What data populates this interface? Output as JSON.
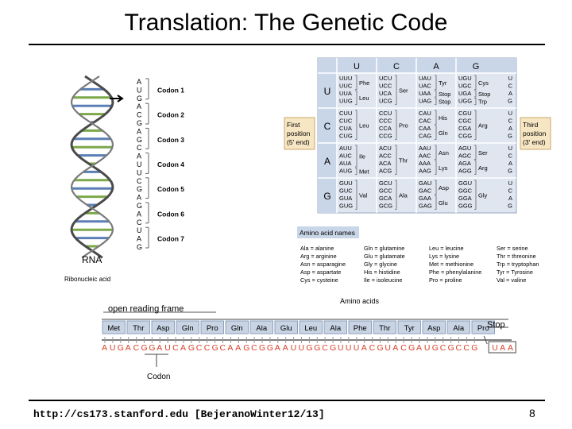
{
  "slide": {
    "title": "Translation: The Genetic Code",
    "footer": "http://cs173.stanford.edu [BejeranoWinter12/13]",
    "page_number": "8"
  },
  "colors": {
    "table_bg": "#dfe6f0",
    "table_header": "#c9d6e8",
    "first_pos_label": "#f7e6c4",
    "helix_blue": "#5b7fb5",
    "helix_green": "#7ba84a",
    "nucleotide_red": "#d7402a"
  },
  "helix": {
    "bases": [
      "A",
      "U",
      "G",
      "A",
      "C",
      "G",
      "A",
      "G",
      "C",
      "A",
      "U",
      "U",
      "C",
      "G",
      "A",
      "G",
      "A",
      "C",
      "U",
      "A",
      "G"
    ],
    "codons": [
      "Codon 1",
      "Codon 2",
      "Codon 3",
      "Codon 4",
      "Codon 5",
      "Codon 6",
      "Codon 7"
    ],
    "label": "RNA",
    "sublabel": "Ribonucleic acid"
  },
  "code_table": {
    "second_positions": [
      "U",
      "C",
      "A",
      "G"
    ],
    "first_positions": [
      "U",
      "C",
      "A",
      "G"
    ],
    "third_positions": [
      "U",
      "C",
      "A",
      "G"
    ],
    "first_position_label": [
      "First",
      "position",
      "(5' end)"
    ],
    "third_position_label": [
      "Third",
      "position",
      "(3' end)"
    ],
    "rows": [
      [
        {
          "codons": [
            "UUU",
            "UUC",
            "UUA",
            "UUG"
          ],
          "groups": [
            {
              "name": "Phe",
              "from": 0,
              "to": 1
            },
            {
              "name": "Leu",
              "from": 2,
              "to": 3
            }
          ]
        },
        {
          "codons": [
            "UCU",
            "UCC",
            "UCA",
            "UCG"
          ],
          "groups": [
            {
              "name": "Ser",
              "from": 0,
              "to": 3
            }
          ]
        },
        {
          "codons": [
            "UAU",
            "UAC",
            "UAA",
            "UAG"
          ],
          "groups": [
            {
              "name": "Tyr",
              "from": 0,
              "to": 1
            },
            {
              "name": "Stop",
              "from": 2,
              "to": 2
            },
            {
              "name": "Stop",
              "from": 3,
              "to": 3
            }
          ]
        },
        {
          "codons": [
            "UGU",
            "UGC",
            "UGA",
            "UGG"
          ],
          "groups": [
            {
              "name": "Cys",
              "from": 0,
              "to": 1
            },
            {
              "name": "Stop",
              "from": 2,
              "to": 2
            },
            {
              "name": "Trp",
              "from": 3,
              "to": 3
            }
          ]
        }
      ],
      [
        {
          "codons": [
            "CUU",
            "CUC",
            "CUA",
            "CUG"
          ],
          "groups": [
            {
              "name": "Leu",
              "from": 0,
              "to": 3
            }
          ]
        },
        {
          "codons": [
            "CCU",
            "CCC",
            "CCA",
            "CCG"
          ],
          "groups": [
            {
              "name": "Pro",
              "from": 0,
              "to": 3
            }
          ]
        },
        {
          "codons": [
            "CAU",
            "CAC",
            "CAA",
            "CAG"
          ],
          "groups": [
            {
              "name": "His",
              "from": 0,
              "to": 1
            },
            {
              "name": "Gln",
              "from": 2,
              "to": 3
            }
          ]
        },
        {
          "codons": [
            "CGU",
            "CGC",
            "CGA",
            "CGG"
          ],
          "groups": [
            {
              "name": "Arg",
              "from": 0,
              "to": 3
            }
          ]
        }
      ],
      [
        {
          "codons": [
            "AUU",
            "AUC",
            "AUA",
            "AUG"
          ],
          "groups": [
            {
              "name": "Ile",
              "from": 0,
              "to": 2
            },
            {
              "name": "Met",
              "from": 3,
              "to": 3
            }
          ]
        },
        {
          "codons": [
            "ACU",
            "ACC",
            "ACA",
            "ACG"
          ],
          "groups": [
            {
              "name": "Thr",
              "from": 0,
              "to": 3
            }
          ]
        },
        {
          "codons": [
            "AAU",
            "AAC",
            "AAA",
            "AAG"
          ],
          "groups": [
            {
              "name": "Asn",
              "from": 0,
              "to": 1
            },
            {
              "name": "Lys",
              "from": 2,
              "to": 3
            }
          ]
        },
        {
          "codons": [
            "AGU",
            "AGC",
            "AGA",
            "AGG"
          ],
          "groups": [
            {
              "name": "Ser",
              "from": 0,
              "to": 1
            },
            {
              "name": "Arg",
              "from": 2,
              "to": 3
            }
          ]
        }
      ],
      [
        {
          "codons": [
            "GUU",
            "GUC",
            "GUA",
            "GUG"
          ],
          "groups": [
            {
              "name": "Val",
              "from": 0,
              "to": 3
            }
          ]
        },
        {
          "codons": [
            "GCU",
            "GCC",
            "GCA",
            "GCG"
          ],
          "groups": [
            {
              "name": "Ala",
              "from": 0,
              "to": 3
            }
          ]
        },
        {
          "codons": [
            "GAU",
            "GAC",
            "GAA",
            "GAG"
          ],
          "groups": [
            {
              "name": "Asp",
              "from": 0,
              "to": 1
            },
            {
              "name": "Glu",
              "from": 2,
              "to": 3
            }
          ]
        },
        {
          "codons": [
            "GGU",
            "GGC",
            "GGA",
            "GGG"
          ],
          "groups": [
            {
              "name": "Gly",
              "from": 0,
              "to": 3
            }
          ]
        }
      ]
    ]
  },
  "amino_acid_names": {
    "title": "Amino acid names",
    "columns": [
      [
        "Ala = alanine",
        "Arg = arginine",
        "Asn = asparagine",
        "Asp = aspartate",
        "Cys = cysteine"
      ],
      [
        "Gln = glutamine",
        "Glu = glutamate",
        "Gly = glycine",
        "His = histidine",
        "Ile = isoleucine"
      ],
      [
        "Leu = leucine",
        "Lys = lysine",
        "Met = methionine",
        "Phe = phenylalanine",
        "Pro = proline"
      ],
      [
        "Ser = serine",
        "Thr = threonine",
        "Trp = tryptophan",
        "Tyr = Tyrosine",
        "Val = valine"
      ]
    ]
  },
  "orf": {
    "title": "open reading frame",
    "amino_acids_label": "Amino acids",
    "amino_acids": [
      "Met",
      "Thr",
      "Asp",
      "Gln",
      "Pro",
      "Gln",
      "Ala",
      "Glu",
      "Leu",
      "Ala",
      "Phe",
      "Thr",
      "Tyr",
      "Asp",
      "Ala",
      "Pro"
    ],
    "stop_label": "Stop",
    "sequence": "AUGACGGAUCAGCCGCAAGCGGAAUUGGCGUUUACGUACGAUGCGCCG",
    "stop_codon": "UAA",
    "codon_label": "Codon"
  }
}
